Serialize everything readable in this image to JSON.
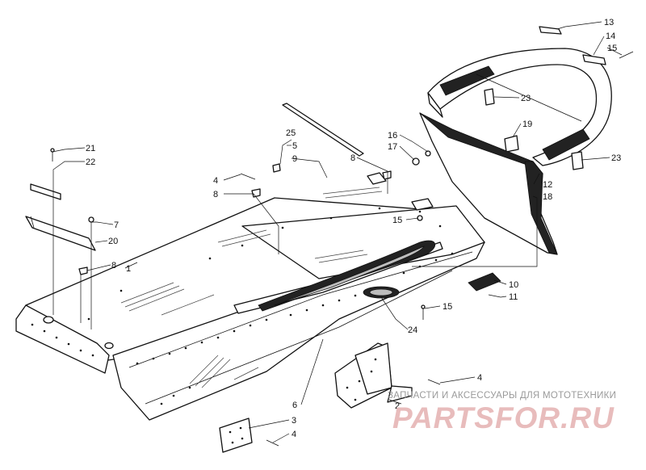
{
  "watermark": {
    "text": "ЗАПЧАСТИ И АКСЕССУАРЫ ДЛЯ МОТОТЕХНИКИ",
    "logo": "PARTSFOR.RU"
  },
  "callouts": {
    "c1": "1",
    "c2": "2",
    "c3": "3",
    "c4a": "4",
    "c4b": "4",
    "c4c": "4",
    "c5": "5",
    "c6": "6",
    "c7": "7",
    "c8a": "8",
    "c8b": "8",
    "c8c": "8",
    "c9": "9",
    "c10": "10",
    "c11": "11",
    "c12": "12",
    "c13": "13",
    "c14": "14",
    "c15a": "15",
    "c15b": "15",
    "c15c": "15",
    "c16": "16",
    "c17": "17",
    "c18": "18",
    "c19": "19",
    "c20": "20",
    "c21": "21",
    "c22": "22",
    "c23a": "23",
    "c23b": "23",
    "c24": "24",
    "c25": "25"
  }
}
